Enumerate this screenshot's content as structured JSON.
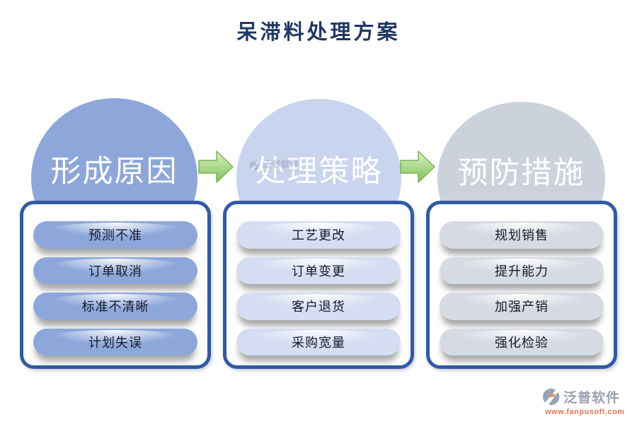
{
  "title": "呆滞料处理方案",
  "columns": [
    {
      "header": "形成原因",
      "items": [
        "预测不准",
        "订单取消",
        "标准不清晰",
        "计划失误"
      ],
      "circle_color": "#8DA7DB",
      "pill_color": "#8DA7DB"
    },
    {
      "header": "处理策略",
      "items": [
        "工艺更改",
        "订单变更",
        "客户退货",
        "采购宽量"
      ],
      "circle_color": "#C9D5EF",
      "pill_color": "#D4DDF2"
    },
    {
      "header": "预防措施",
      "items": [
        "规划销售",
        "提升能力",
        "加强产销",
        "强化检验"
      ],
      "circle_color": "#CBD2DB",
      "pill_color": "#D6DBE3"
    }
  ],
  "colors": {
    "title": "#1F3864",
    "box_border": "#2F5BA7",
    "arrow_green": "#86C55F",
    "pill_text": "#171B2B"
  },
  "watermark": {
    "text": "泛普软件",
    "url": "www.fanpusoft.com"
  },
  "brand": {
    "name": "泛普软件",
    "url": "www.fanpusoft.com"
  }
}
